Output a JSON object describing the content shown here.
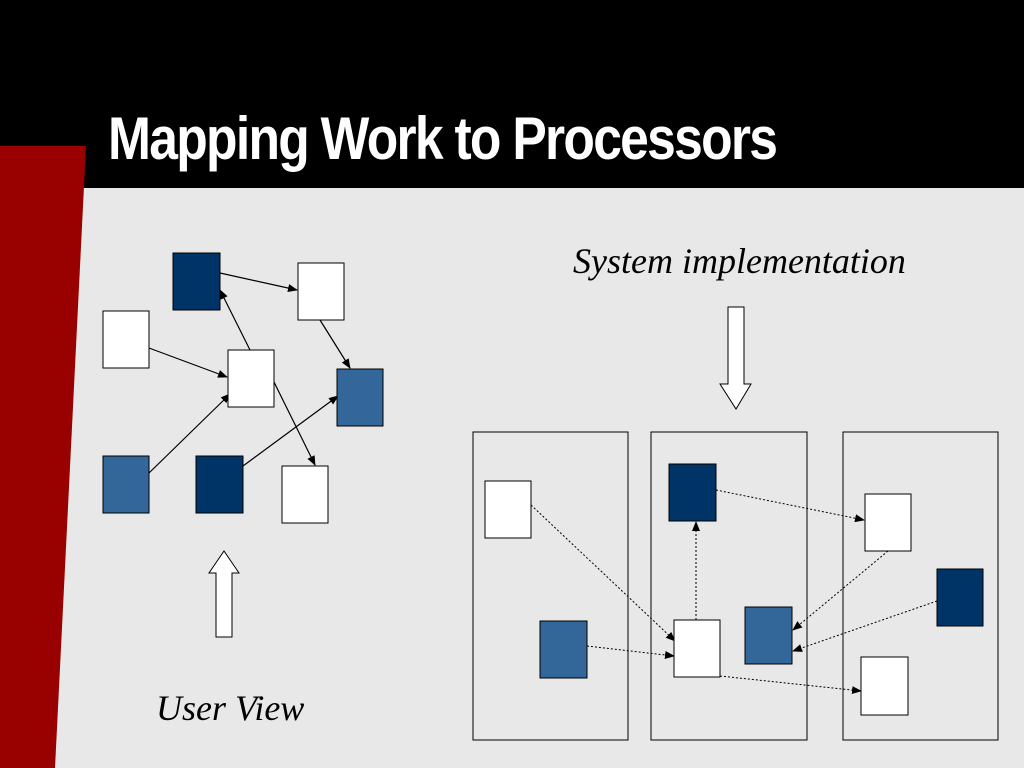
{
  "slide": {
    "title": "Mapping Work to Processors",
    "system_caption": "System implementation",
    "user_caption": "User View"
  },
  "colors": {
    "title_bar": "#000000",
    "accent_red": "#990000",
    "background": "#e8e8e8",
    "node_dark_blue": "#003366",
    "node_mid_blue": "#336699",
    "node_white": "#ffffff"
  },
  "user_view": {
    "nodes": [
      {
        "id": "a",
        "fill": "dark"
      },
      {
        "id": "b",
        "fill": "white"
      },
      {
        "id": "c",
        "fill": "white"
      },
      {
        "id": "d",
        "fill": "white"
      },
      {
        "id": "e",
        "fill": "mid"
      },
      {
        "id": "f",
        "fill": "mid"
      },
      {
        "id": "g",
        "fill": "dark"
      },
      {
        "id": "h",
        "fill": "white"
      }
    ],
    "edges": [
      {
        "from": "a",
        "to": "b"
      },
      {
        "from": "d",
        "to": "a"
      },
      {
        "from": "c",
        "to": "d"
      },
      {
        "from": "b",
        "to": "e"
      },
      {
        "from": "d",
        "to": "h"
      },
      {
        "from": "f",
        "to": "d"
      },
      {
        "from": "g",
        "to": "e"
      }
    ]
  },
  "system_view": {
    "processors": [
      {
        "id": "p1",
        "nodes": [
          {
            "id": "s1",
            "fill": "white"
          },
          {
            "id": "s2",
            "fill": "mid"
          }
        ]
      },
      {
        "id": "p2",
        "nodes": [
          {
            "id": "s3",
            "fill": "dark"
          },
          {
            "id": "s4",
            "fill": "mid"
          },
          {
            "id": "s5",
            "fill": "white"
          }
        ]
      },
      {
        "id": "p3",
        "nodes": [
          {
            "id": "s6",
            "fill": "white"
          },
          {
            "id": "s7",
            "fill": "dark"
          },
          {
            "id": "s8",
            "fill": "white"
          }
        ]
      }
    ],
    "edges": [
      {
        "from": "s1",
        "to": "s5"
      },
      {
        "from": "s2",
        "to": "s5"
      },
      {
        "from": "s5",
        "to": "s3"
      },
      {
        "from": "s3",
        "to": "s6"
      },
      {
        "from": "s6",
        "to": "s4"
      },
      {
        "from": "s7",
        "to": "s4"
      },
      {
        "from": "s5",
        "to": "s8"
      }
    ]
  }
}
